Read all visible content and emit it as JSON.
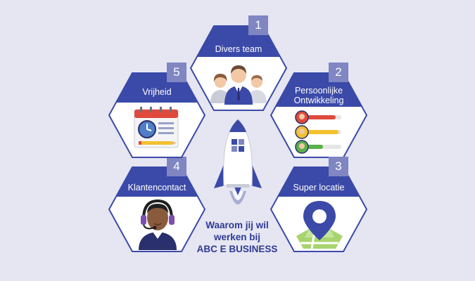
{
  "center": {
    "line1": "Waarom jij wil",
    "line2": "werken bij",
    "line3": "ABC E BUSINESS"
  },
  "items": [
    {
      "number": "1",
      "title_line1": "Divers team",
      "title_line2": "",
      "icon": "team-icon"
    },
    {
      "number": "2",
      "title_line1": "Persoonlijke",
      "title_line2": "Ontwikkeling",
      "icon": "progress-bars-icon"
    },
    {
      "number": "3",
      "title_line1": "Super locatie",
      "title_line2": "",
      "icon": "map-pin-icon"
    },
    {
      "number": "4",
      "title_line1": "Klantencontact",
      "title_line2": "",
      "icon": "headset-agent-icon"
    },
    {
      "number": "5",
      "title_line1": "Vrijheid",
      "title_line2": "",
      "icon": "calendar-clock-icon"
    }
  ],
  "colors": {
    "background": "#e5e6f2",
    "hex_band": "#3b4aa8",
    "badge": "#7f86c2",
    "center_text": "#2f3a93"
  }
}
